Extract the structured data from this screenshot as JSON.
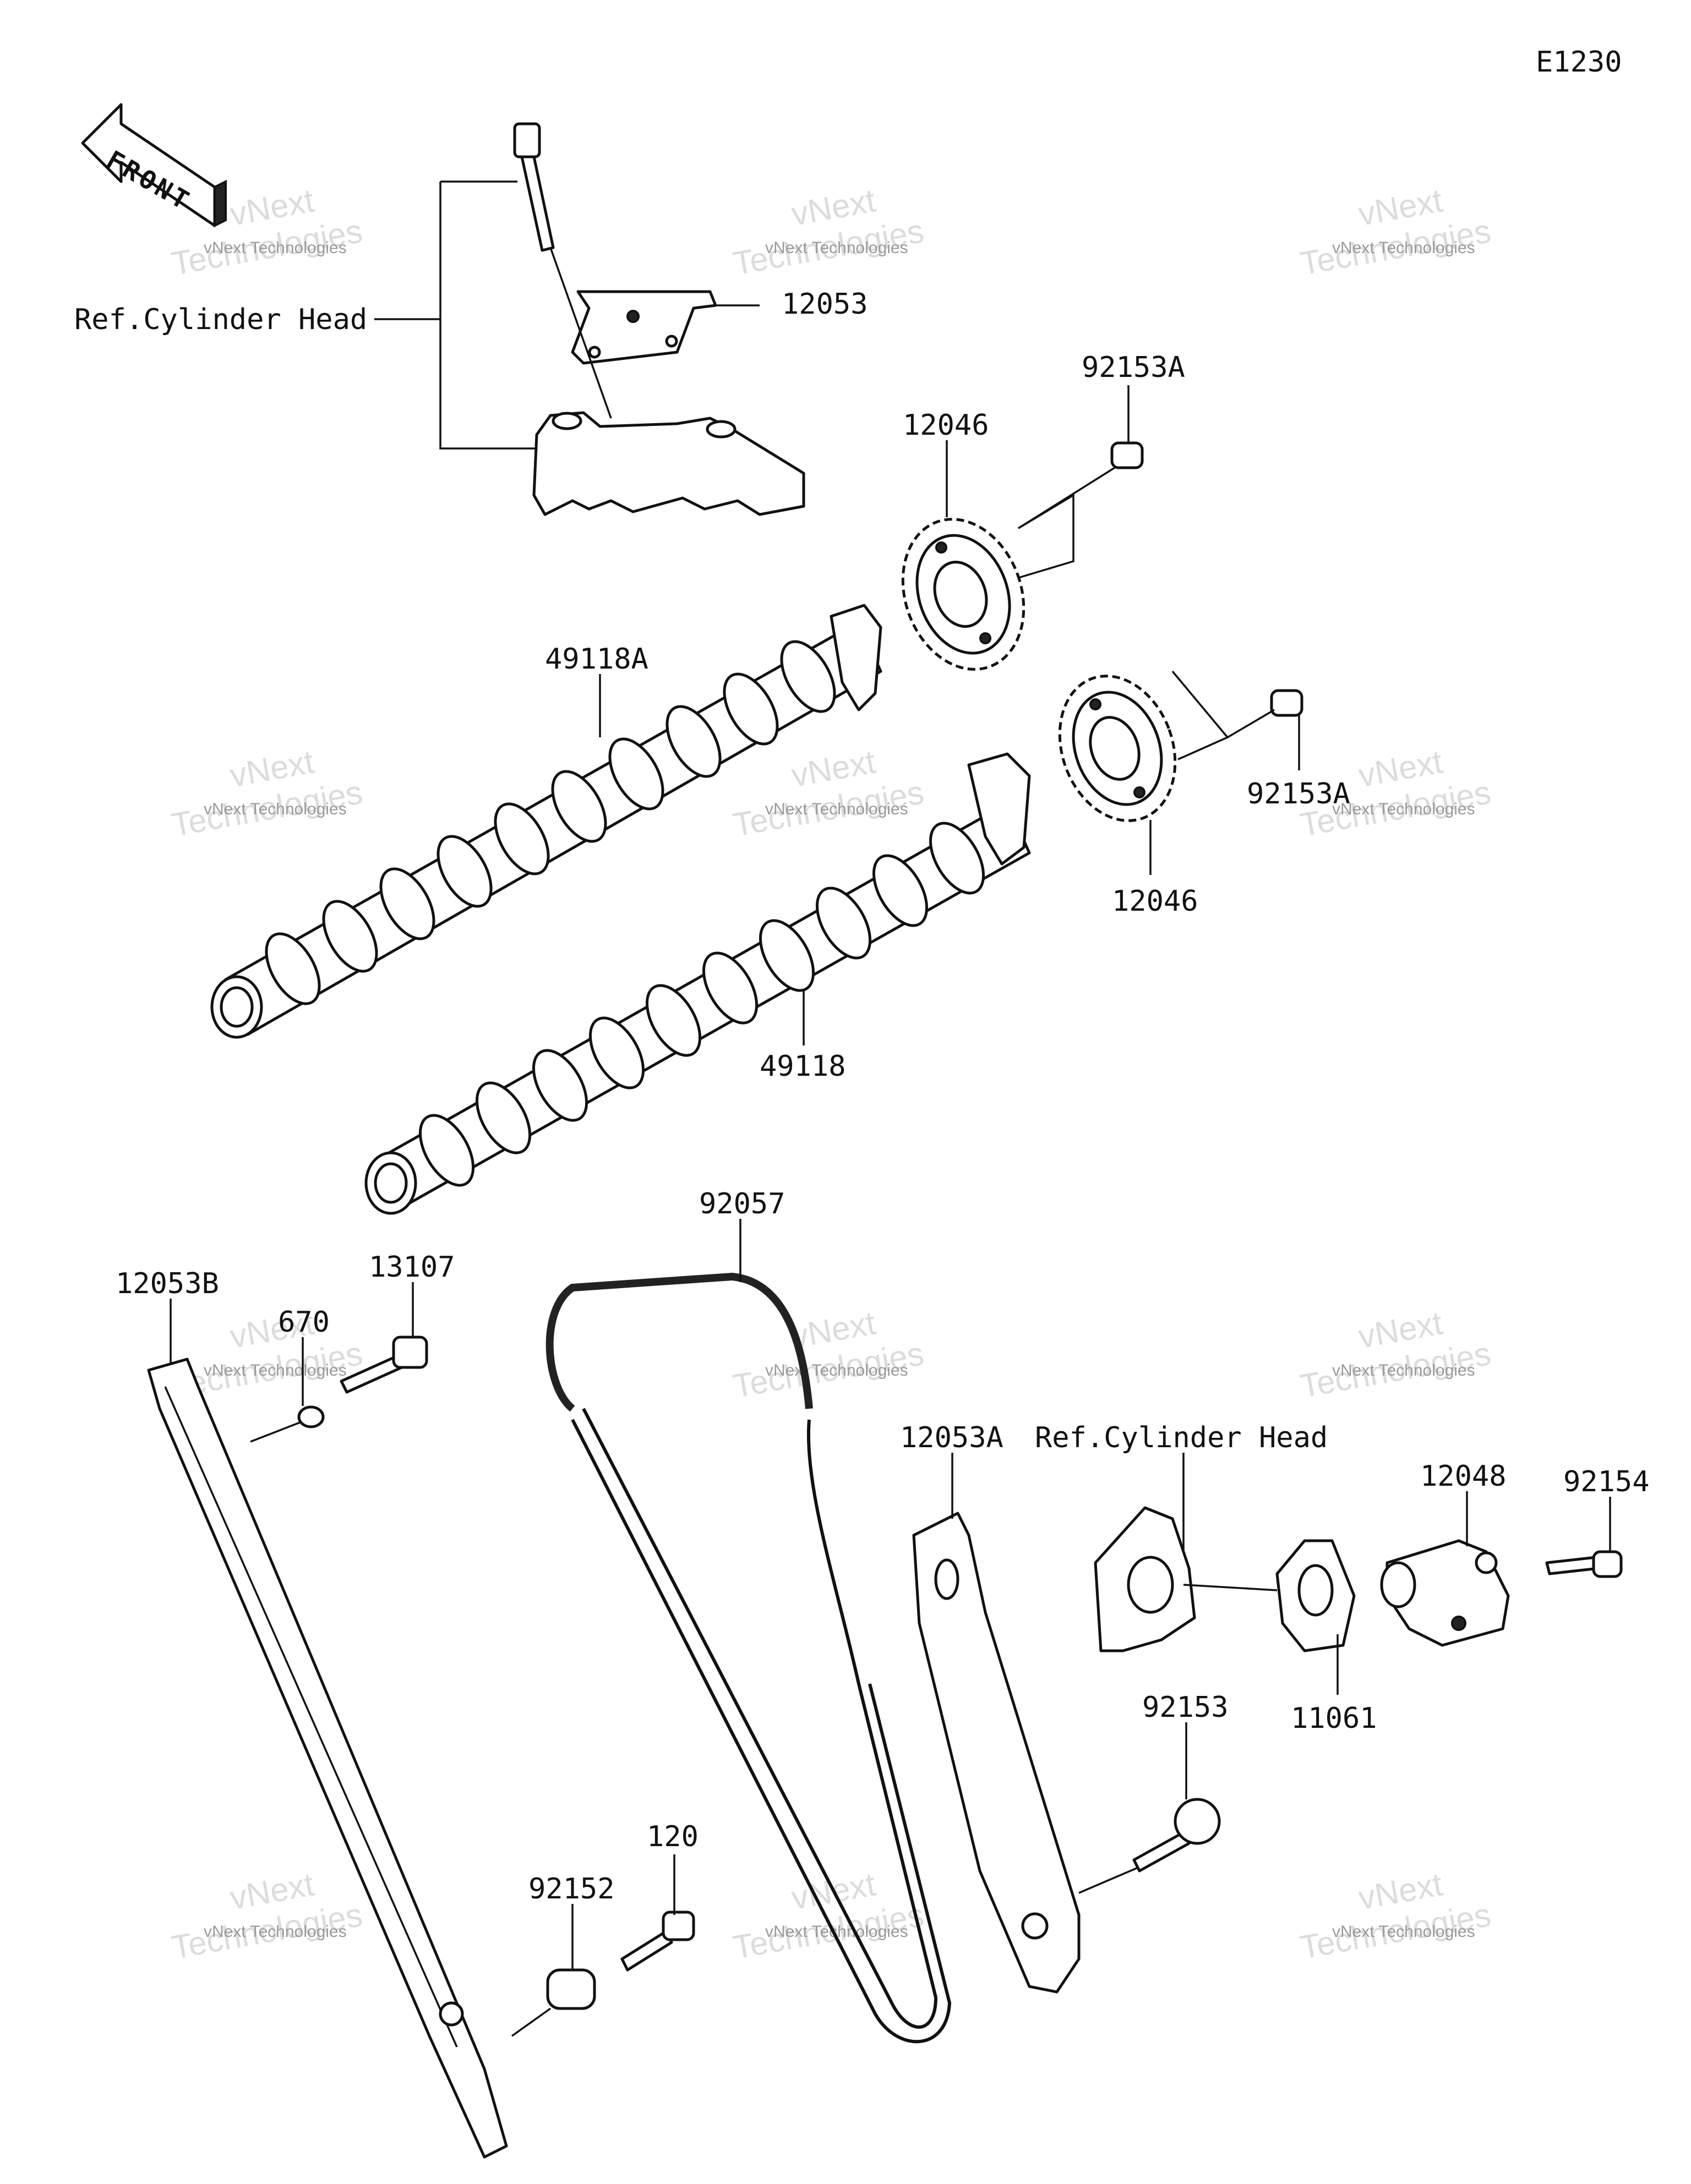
{
  "diagram_code": "E1230",
  "front_arrow_text": "FRONT",
  "labels": {
    "ref_cylinder_head_top": "Ref.Cylinder Head",
    "ref_cylinder_head_right": "Ref.Cylinder Head",
    "p12053": "12053",
    "p12046_top": "12046",
    "p92153A_top": "92153A",
    "p49118A": "49118A",
    "p92153A_right": "92153A",
    "p12046_right": "12046",
    "p49118": "49118",
    "p92057": "92057",
    "p13107": "13107",
    "p12053B": "12053B",
    "p670": "670",
    "p12053A": "12053A",
    "p12048": "12048",
    "p92154": "92154",
    "p11061": "11061",
    "p92153": "92153",
    "p120": "120",
    "p92152": "92152"
  },
  "watermark": {
    "brand_small": "vNext Technologies",
    "brand_large_1": "vNext",
    "brand_large_2": "Technologies"
  }
}
